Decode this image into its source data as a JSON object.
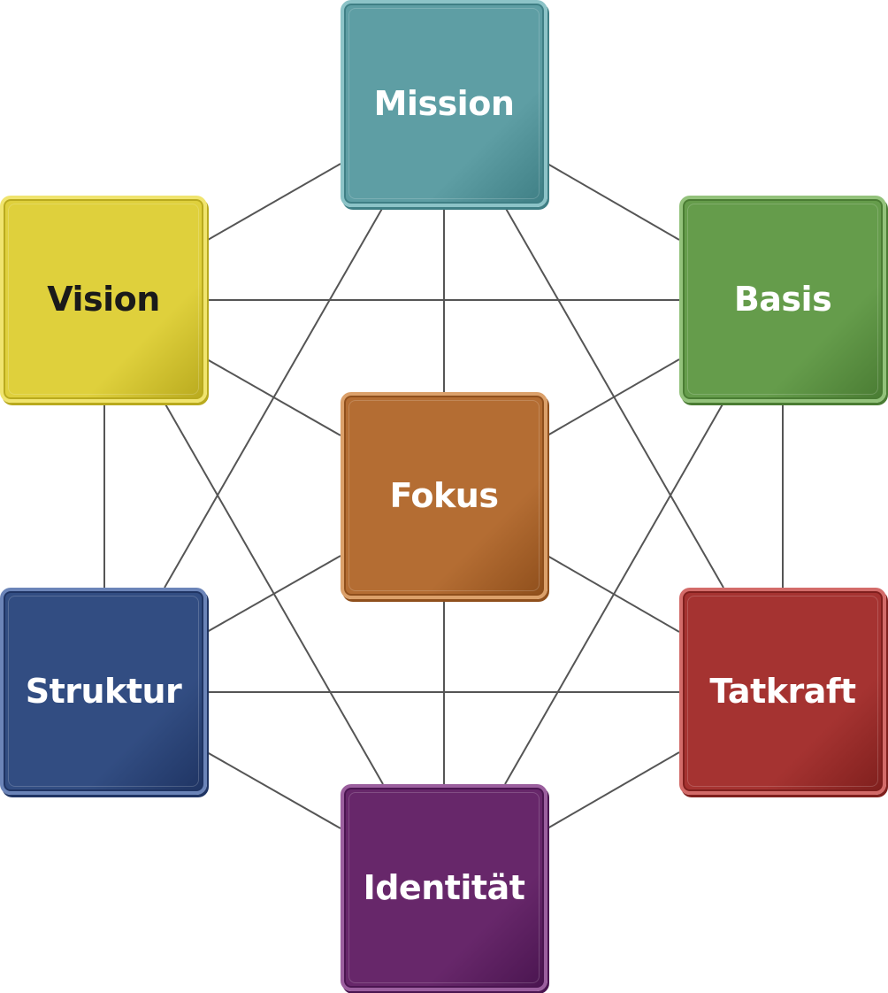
{
  "nodes": {
    "mission": {
      "label": "Mission",
      "color": "#5e9ea4",
      "border": "#8cc3c7",
      "shade": "#3f7f85",
      "text": "#ffffff"
    },
    "vision": {
      "label": "Vision",
      "color": "#dfd03c",
      "border": "#f0e46e",
      "shade": "#b9aa1e",
      "text": "#1a1a1a"
    },
    "basis": {
      "label": "Basis",
      "color": "#659c4b",
      "border": "#93c27b",
      "shade": "#4a7c33",
      "text": "#ffffff"
    },
    "fokus": {
      "label": "Fokus",
      "color": "#b46d33",
      "border": "#dba06a",
      "shade": "#8f4f1c",
      "text": "#ffffff"
    },
    "struktur": {
      "label": "Struktur",
      "color": "#324d82",
      "border": "#6b84b8",
      "shade": "#1f3463",
      "text": "#ffffff"
    },
    "tatkraft": {
      "label": "Tatkraft",
      "color": "#a53331",
      "border": "#d36b69",
      "shade": "#7f1f1d",
      "text": "#ffffff"
    },
    "identitaet": {
      "label": "Identität",
      "color": "#67276a",
      "border": "#9b5f9e",
      "shade": "#4a1550",
      "text": "#ffffff"
    }
  },
  "connections": [
    [
      "mission",
      "vision"
    ],
    [
      "mission",
      "basis"
    ],
    [
      "mission",
      "fokus"
    ],
    [
      "mission",
      "struktur"
    ],
    [
      "mission",
      "tatkraft"
    ],
    [
      "vision",
      "basis"
    ],
    [
      "vision",
      "fokus"
    ],
    [
      "vision",
      "struktur"
    ],
    [
      "vision",
      "identitaet"
    ],
    [
      "basis",
      "fokus"
    ],
    [
      "basis",
      "tatkraft"
    ],
    [
      "basis",
      "identitaet"
    ],
    [
      "fokus",
      "struktur"
    ],
    [
      "fokus",
      "tatkraft"
    ],
    [
      "fokus",
      "identitaet"
    ],
    [
      "struktur",
      "tatkraft"
    ],
    [
      "struktur",
      "identitaet"
    ],
    [
      "tatkraft",
      "identitaet"
    ]
  ]
}
